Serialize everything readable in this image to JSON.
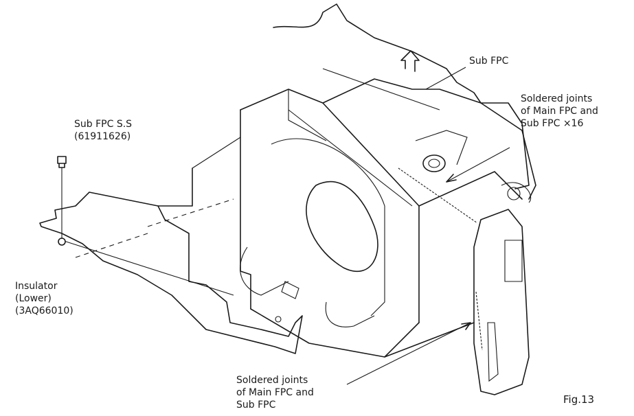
{
  "colors": {
    "ink": "#1a1a1a",
    "paper": "#ffffff"
  },
  "labels": {
    "sub_fpc": "Sub FPC",
    "soldered_top": [
      "Soldered  joints",
      "of Main FPC and",
      "Sub FPC  ×16"
    ],
    "sub_fpc_ss": [
      "Sub FPC S.S",
      "(61911626)"
    ],
    "insulator": [
      "Insulator",
      "(Lower)",
      "(3AQ66010)"
    ],
    "soldered_bottom": [
      "Soldered joints",
      "of Main FPC and",
      "Sub FPC"
    ],
    "figure": "Fig.13"
  }
}
